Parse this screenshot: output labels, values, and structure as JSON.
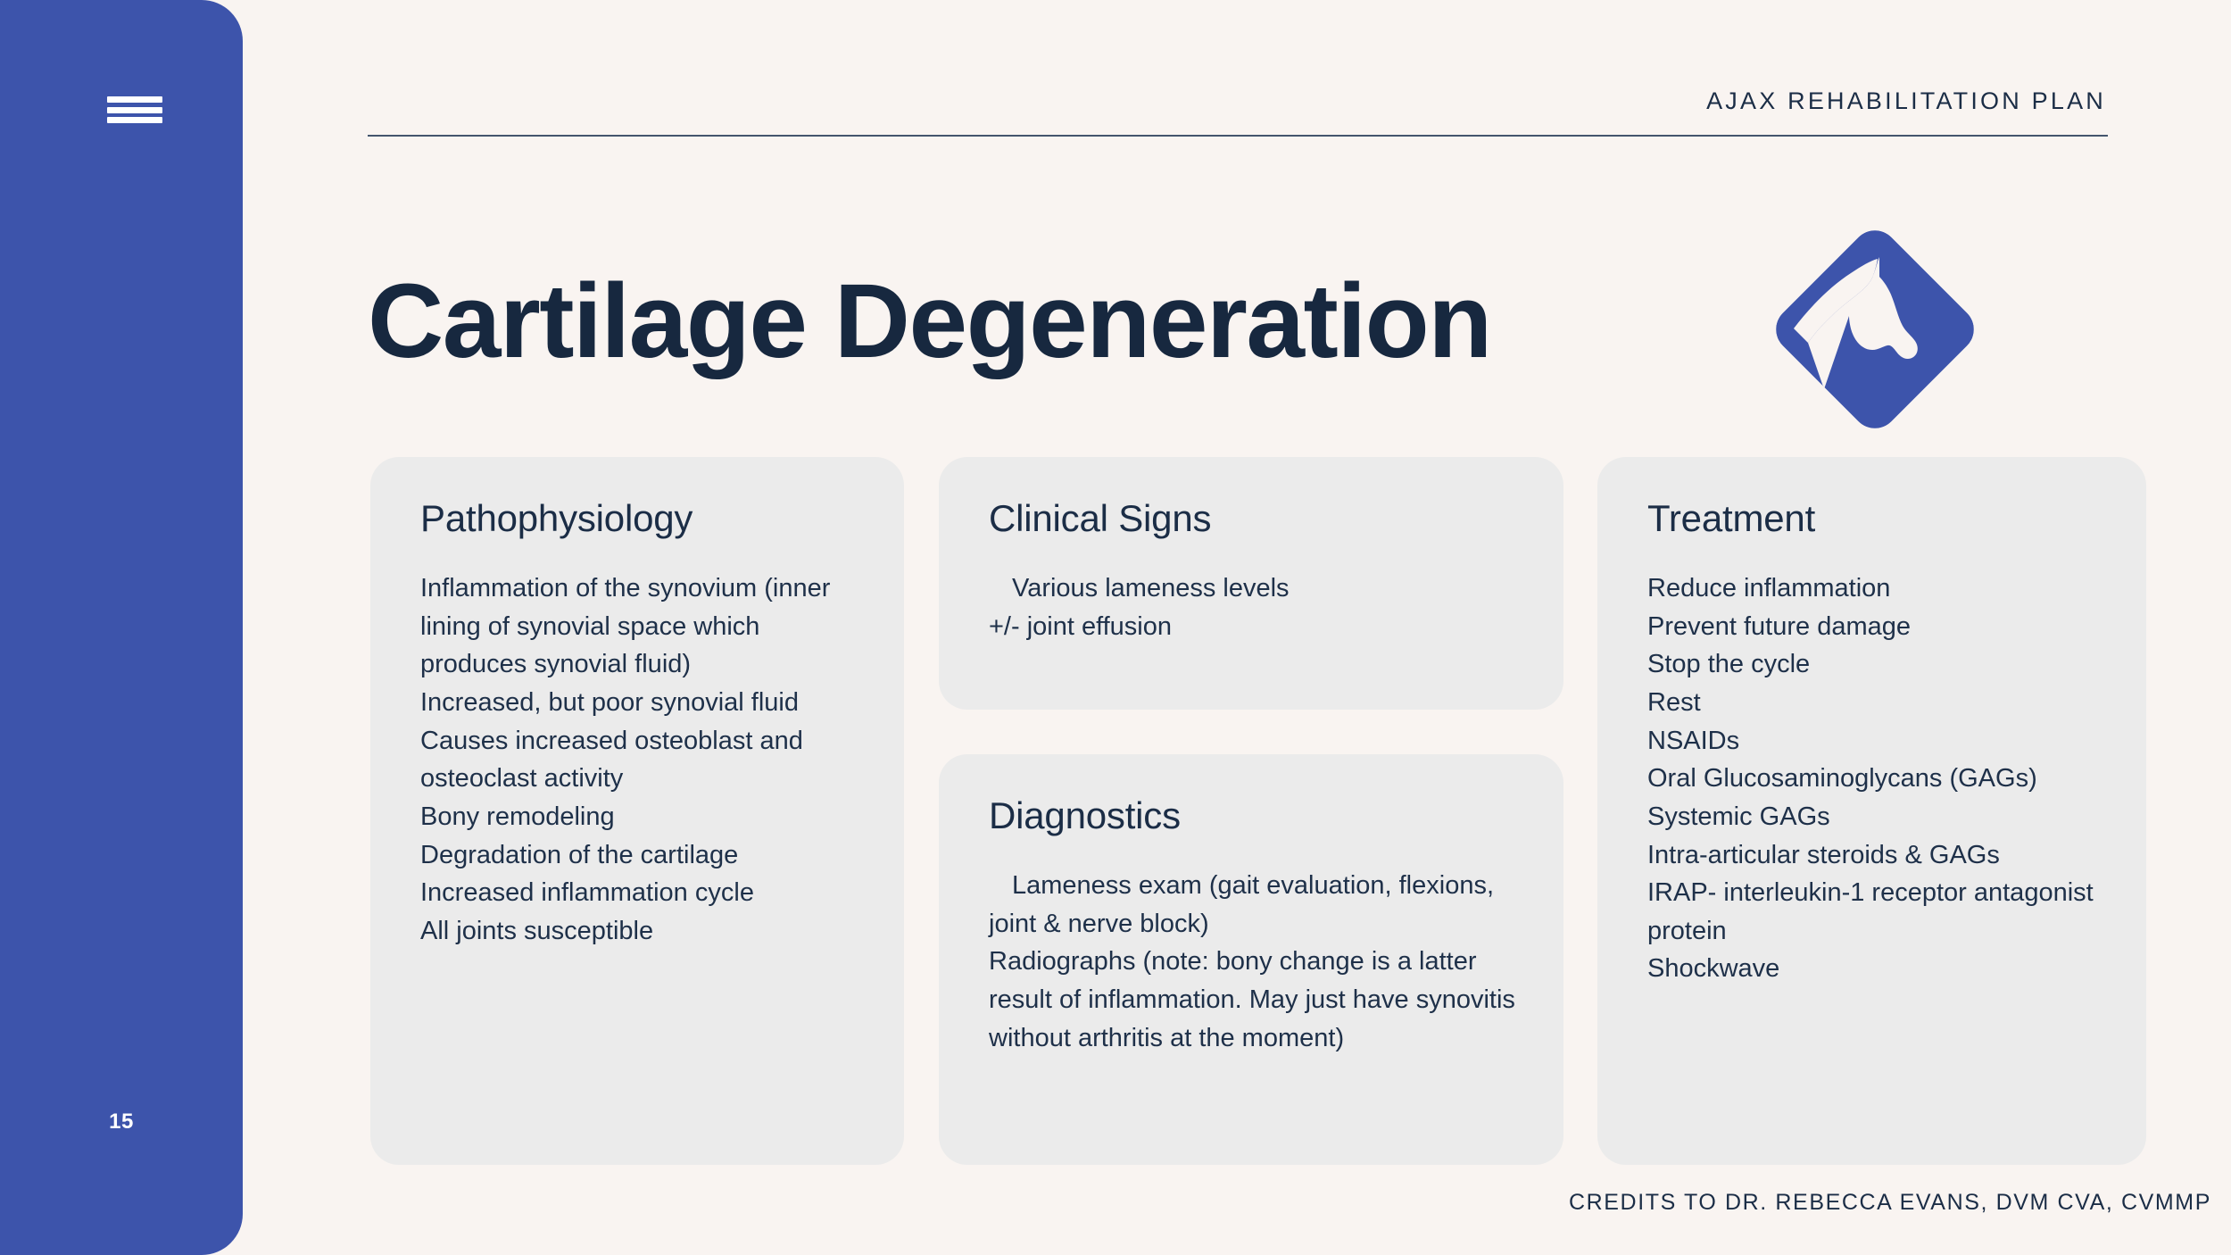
{
  "theme": {
    "background": "#f9f4f1",
    "sidebar_blue": "#3d54ab",
    "text_navy": "#1b2d46",
    "card_gray": "#ebebeb",
    "accent_brand": "#3d54ab"
  },
  "sidebar": {
    "menu_icon": "hamburger-icon",
    "page_number": "15"
  },
  "header": {
    "title": "AJAX REHABILITATION PLAN"
  },
  "main": {
    "title": "Cartilage Degeneration",
    "logo": {
      "name": "ajax-horse-logo",
      "description": "blue rounded diamond with horse head silhouette"
    },
    "cards": [
      {
        "id": "pathophysiology",
        "title": "Pathophysiology",
        "items": [
          "Inflammation of the synovium (inner lining of synovial space which produces synovial fluid)",
          "Increased, but poor synovial fluid",
          "Causes increased osteoblast and osteoclast activity",
          "Bony remodeling",
          "Degradation of the cartilage",
          "Increased inflammation cycle",
          "All joints susceptible"
        ]
      },
      {
        "id": "clinical-signs",
        "title": "Clinical Signs",
        "items": [
          "Various lameness levels",
          "+/- joint effusion"
        ]
      },
      {
        "id": "diagnostics",
        "title": "Diagnostics",
        "items": [
          "Lameness exam (gait evaluation, flexions, joint & nerve block)",
          "Radiographs (note: bony change is a latter result of inflammation. May just have synovitis without arthritis at the moment)"
        ]
      },
      {
        "id": "treatment",
        "title": "Treatment",
        "items": [
          "Reduce inflammation",
          "Prevent future damage",
          "Stop the cycle",
          "Rest",
          "NSAIDs",
          "Oral Glucosaminoglycans (GAGs)",
          "Systemic GAGs",
          "Intra-articular steroids & GAGs",
          "IRAP- interleukin-1 receptor antagonist protein",
          "Shockwave"
        ]
      }
    ]
  },
  "footer": {
    "credits": "CREDITS TO DR. REBECCA EVANS, DVM CVA, CVMMP"
  }
}
